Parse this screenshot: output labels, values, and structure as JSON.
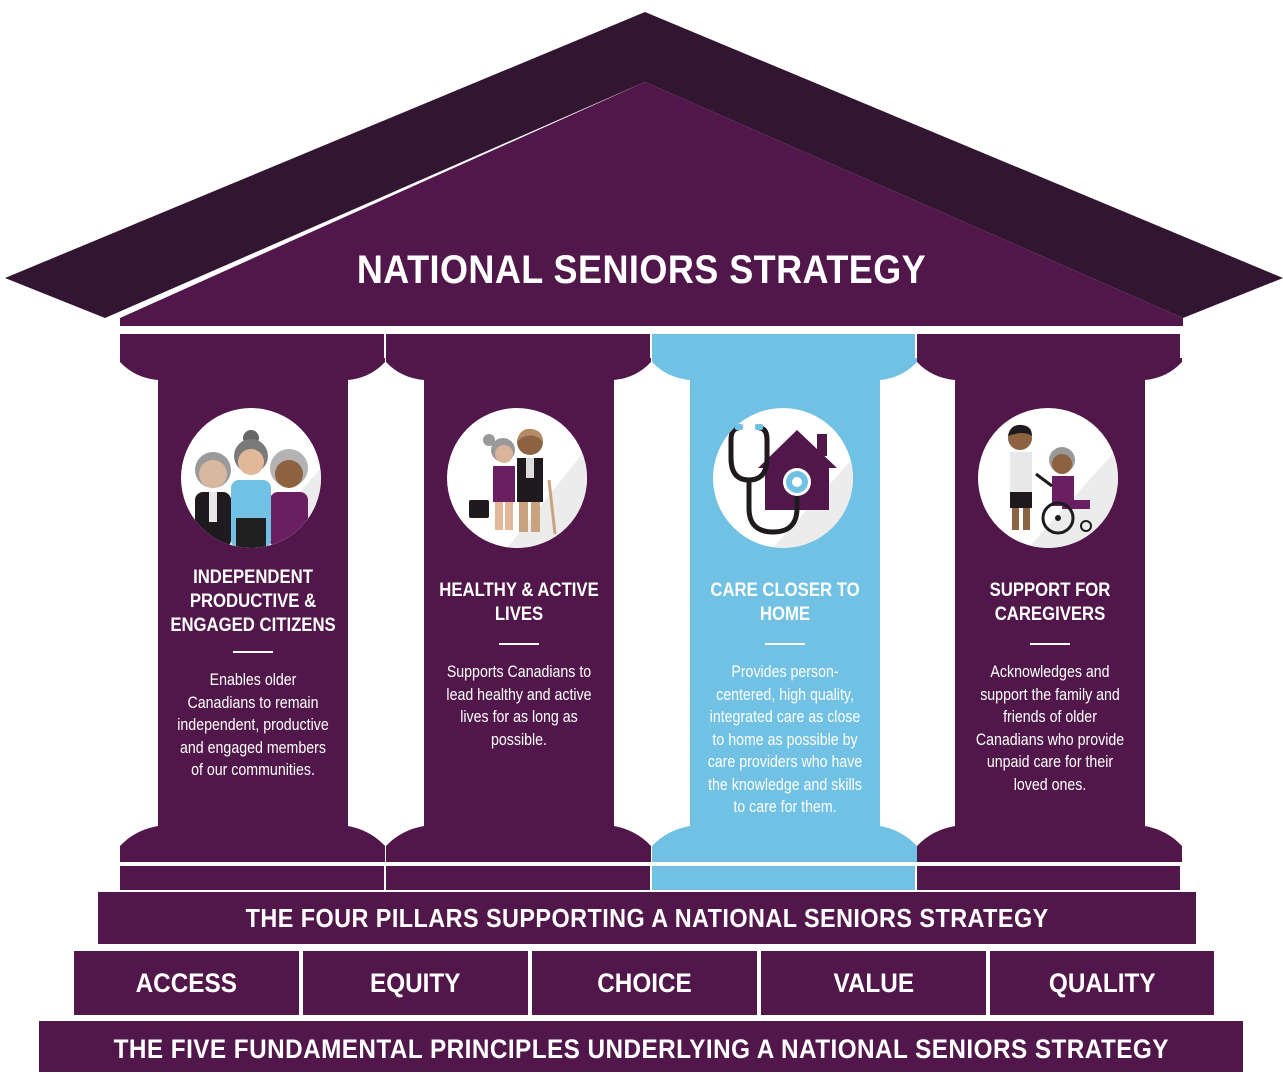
{
  "title": "NATIONAL SENIORS STRATEGY",
  "colors": {
    "purple": "#52174a",
    "dark_purple": "#321530",
    "blue": "#70c1e4",
    "white": "#ffffff"
  },
  "pillars": [
    {
      "title": "INDEPENDENT PRODUCTIVE & ENGAGED CITIZENS",
      "description": "Enables older Canadians to remain independent, productive and engaged members of our communities.",
      "icon": "group-of-seniors-icon",
      "highlight": false
    },
    {
      "title": "HEALTHY & ACTIVE LIVES",
      "description": "Supports Canadians to lead healthy and active lives for as long as possible.",
      "icon": "active-seniors-walking-icon",
      "highlight": false
    },
    {
      "title": "CARE CLOSER TO HOME",
      "description": "Provides person-centered, high quality, integrated care as close to home as possible by care providers who have the knowledge and skills to care for them.",
      "icon": "house-stethoscope-icon",
      "highlight": true
    },
    {
      "title": "SUPPORT FOR CAREGIVERS",
      "description": "Acknowledges and support the family and friends of older Canadians who provide unpaid care for their loved ones.",
      "icon": "caregiver-wheelchair-icon",
      "highlight": false
    }
  ],
  "pillars_band": "THE FOUR PILLARS SUPPORTING A NATIONAL SENIORS STRATEGY",
  "principles": [
    "ACCESS",
    "EQUITY",
    "CHOICE",
    "VALUE",
    "QUALITY"
  ],
  "principles_band": "THE FIVE FUNDAMENTAL PRINCIPLES UNDERLYING A NATIONAL SENIORS STRATEGY"
}
